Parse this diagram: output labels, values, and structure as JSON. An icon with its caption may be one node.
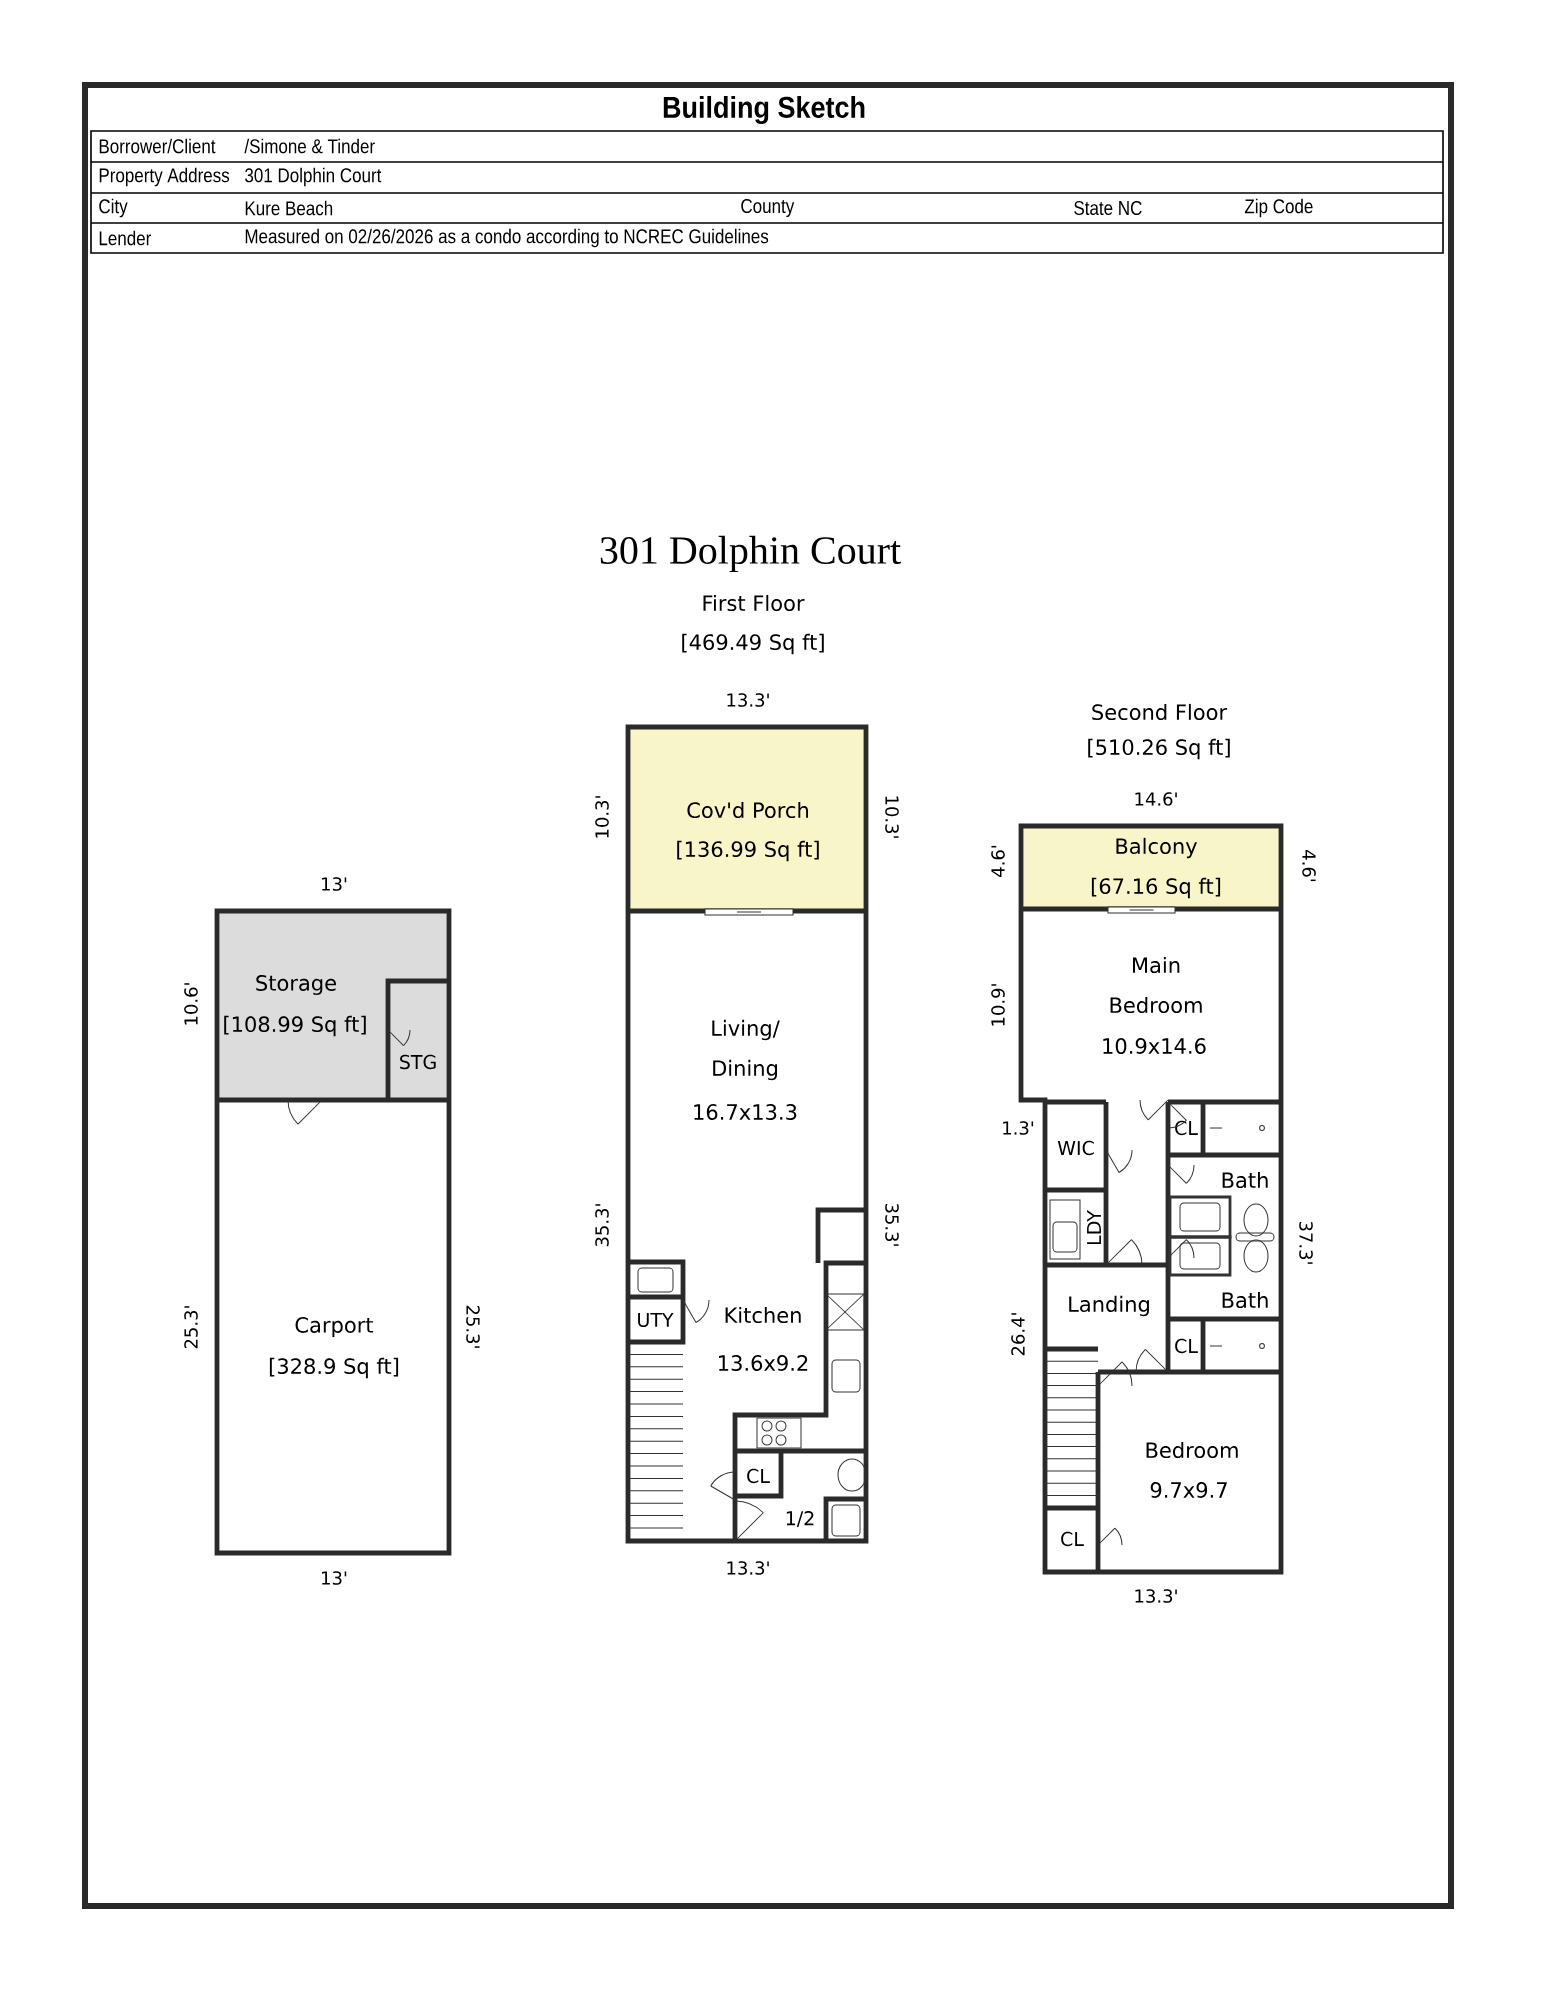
{
  "diagram": {
    "title": "Building Sketch",
    "nodes": [
      {
        "text": [
          "Storage",
          "[108.99 Sq ft]"
        ]
      },
      {
        "text": [
          "STG"
        ],
        "in": 0
      },
      {
        "text": [
          "Carport",
          "[328.9 Sq ft]"
        ]
      },
      {
        "text": [
          "Cov'd Porch",
          "[136.99 Sq ft]"
        ]
      },
      {
        "text": [
          "Living/ Dining",
          "16.7x13.3"
        ]
      },
      {
        "text": [
          "UTY"
        ]
      },
      {
        "text": [
          "Kitchen",
          "13.6x9.2"
        ]
      },
      {
        "text": [
          "CL"
        ]
      },
      {
        "text": [
          "1/2"
        ]
      },
      {
        "text": [
          "Balcony",
          "[67.16 Sq ft]"
        ]
      },
      {
        "text": [
          "Main Bedroom",
          "10.9x14.6"
        ]
      },
      {
        "text": [
          "WIC"
        ]
      },
      {
        "text": [
          "LDY"
        ]
      },
      {
        "text": [
          "CL"
        ]
      },
      {
        "text": [
          "Bath"
        ]
      },
      {
        "text": [
          "Landing"
        ]
      },
      {
        "text": [
          "Bath"
        ]
      },
      {
        "text": [
          "CL"
        ]
      },
      {
        "text": [
          "Bedroom",
          "9.7x9.7"
        ]
      },
      {
        "text": [
          "CL"
        ]
      }
    ],
    "labels": [
      "Borrower/Client",
      "/Simone & Tinder",
      "Property Address",
      "301 Dolphin Court",
      "City",
      "Kure Beach",
      "County",
      "State  NC",
      "Zip Code",
      "Lender",
      "Measured on 02/26/2026 as a condo according to NCREC Guidelines",
      "301 Dolphin Court",
      "First Floor",
      "[469.49 Sq ft]",
      "Second Floor",
      "[510.26 Sq ft]",
      "13'",
      "10.6'",
      "25.3'",
      "25.3'",
      "13'",
      "13.3'",
      "10.3'",
      "10.3'",
      "35.3'",
      "35.3'",
      "13.3'",
      "14.6'",
      "4.6'",
      "4.6'",
      "10.9'",
      "1.3'",
      "26.4'",
      "37.3'",
      "13.3'"
    ]
  }
}
